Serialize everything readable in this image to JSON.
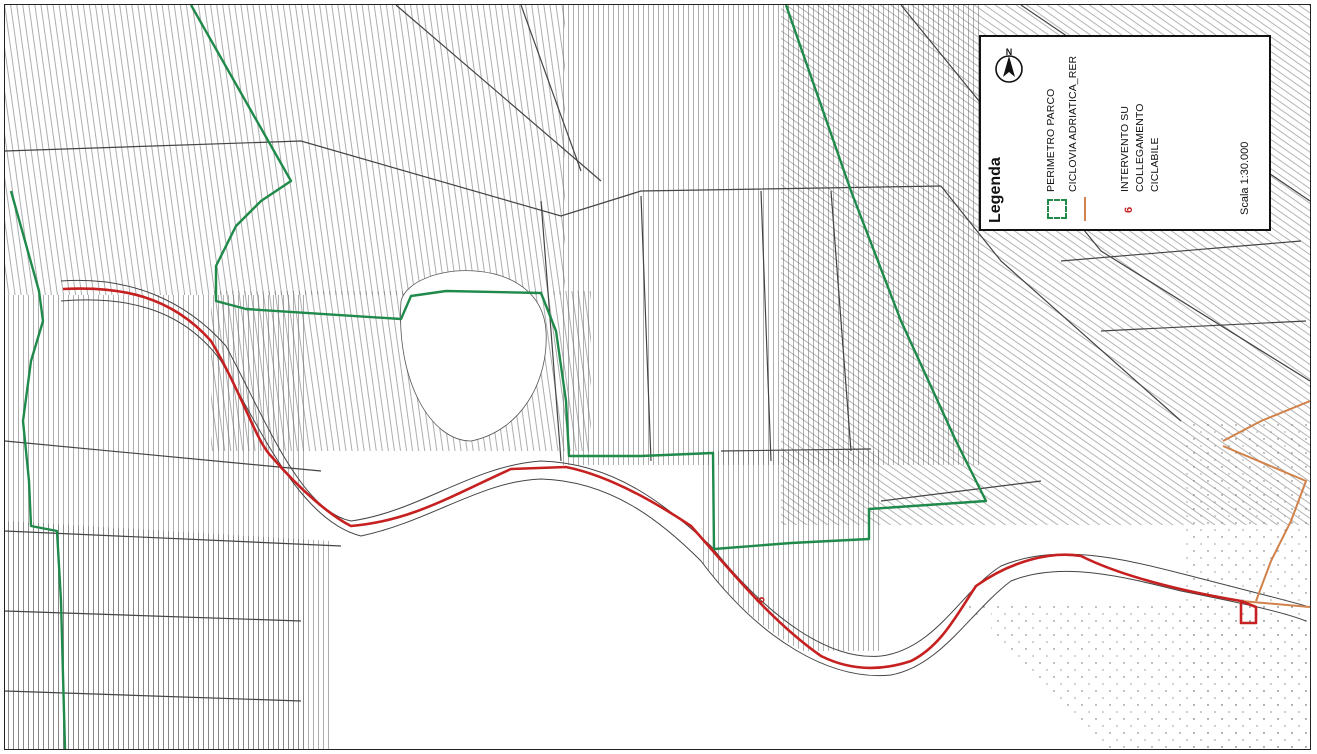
{
  "legend": {
    "title": "Legenda",
    "items": [
      {
        "label": "PERIMETRO PARCO",
        "symbol": "dashed-green-square",
        "color": "#1f8a4a"
      },
      {
        "label": "CICLOVIA ADRIATICA_RER",
        "symbol": "orange-line",
        "color": "#d0824a"
      },
      {
        "number": "6",
        "label_lines": [
          "INTERVENTO SU",
          "COLLEGAMENTO",
          "CICLABILE"
        ],
        "color": "#c62020"
      }
    ],
    "scale": "Scala 1:30.000",
    "north_symbol": "N"
  },
  "map_label": "6",
  "colors": {
    "park_perimeter": "#1f8a4a",
    "ciclovia": "#d0824a",
    "intervention_route": "#c62020",
    "basemap": "#555555"
  },
  "icons": [
    "north-arrow-icon"
  ]
}
